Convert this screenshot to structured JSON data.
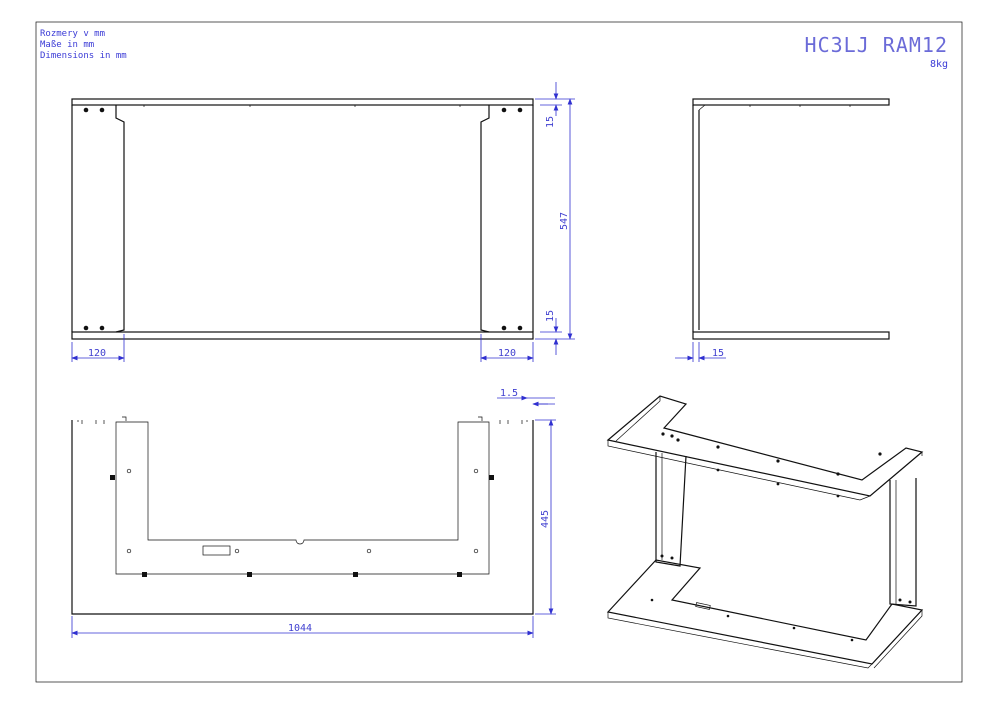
{
  "units_note": [
    "Rozmery v mm",
    "Maße in mm",
    "Dimensions in mm"
  ],
  "title": "HC3LJ RAM12",
  "weight": "8kg",
  "dimensions": {
    "front_left_width": "120",
    "front_right_width": "120",
    "height_top_flange": "15",
    "height_total": "547",
    "height_bottom_flange": "15",
    "side_flange": "15",
    "plan_sheet": "1.5",
    "plan_depth": "445",
    "plan_width": "1044"
  },
  "colors": {
    "dimension": "#3030d0",
    "outline": "#111111",
    "title": "#6b6bd8"
  }
}
